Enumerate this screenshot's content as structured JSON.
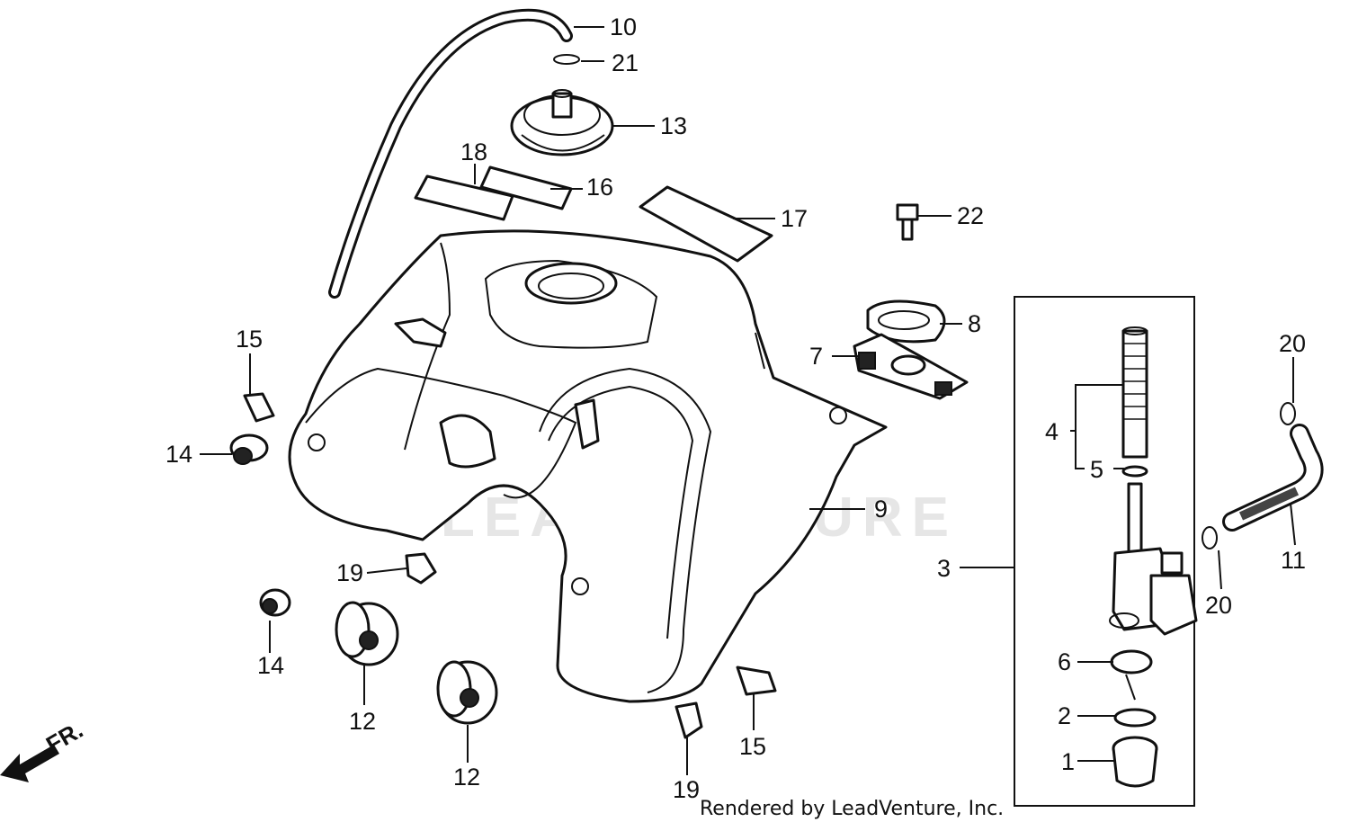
{
  "watermark": "LEADVENTURE",
  "credit": "Rendered by LeadVenture, Inc.",
  "direction": "FR.",
  "callouts": {
    "c1": "1",
    "c2": "2",
    "c3": "3",
    "c4": "4",
    "c5": "5",
    "c6": "6",
    "c7": "7",
    "c8": "8",
    "c9": "9",
    "c10": "10",
    "c11": "11",
    "c12a": "12",
    "c12b": "12",
    "c13": "13",
    "c14a": "14",
    "c14b": "14",
    "c15a": "15",
    "c15b": "15",
    "c16": "16",
    "c17": "17",
    "c18": "18",
    "c19a": "19",
    "c19b": "19",
    "c20a": "20",
    "c20b": "20",
    "c21": "21",
    "c22": "22"
  }
}
